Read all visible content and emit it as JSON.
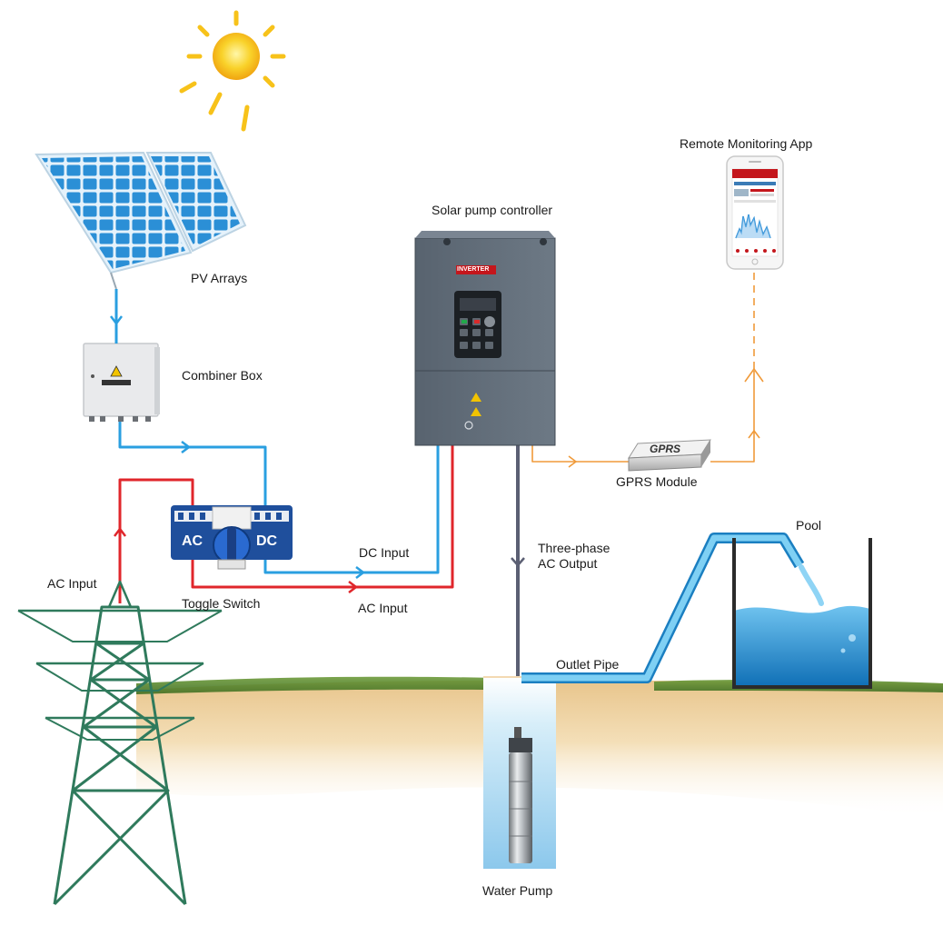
{
  "labels": {
    "pv_arrays": "PV Arrays",
    "combiner_box": "Combiner Box",
    "toggle_switch": "Toggle Switch",
    "ac_input_tower": "AC Input",
    "solar_pump_controller": "Solar pump controller",
    "dc_input": "DC Input",
    "ac_input": "AC Input",
    "three_phase_output": "Three-phase\nAC Output",
    "remote_app": "Remote Monitoring App",
    "gprs_module": "GPRS Module",
    "pool": "Pool",
    "outlet_pipe": "Outlet Pipe",
    "water_pump": "Water Pump"
  },
  "device_text": {
    "inverter_badge": "INVERTER",
    "gprs_face": "GPRS",
    "switch_ac": "AC",
    "switch_dc": "DC"
  },
  "icons": {
    "sun": "sun-icon",
    "warning": "warning-triangle-icon"
  },
  "colors": {
    "dc_line": "#2a9fe0",
    "ac_line": "#e0262b",
    "output_line": "#5b5f73",
    "signal_line": "#f09a3a",
    "tower": "#2f7a5c",
    "water": "#3aa7de",
    "panel": "#2b8fd6",
    "controller": "#5f6b79",
    "sun": "#f7c21a"
  }
}
